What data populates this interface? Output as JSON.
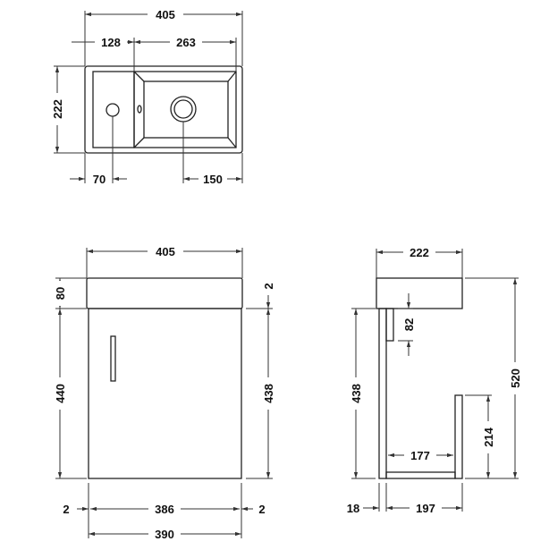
{
  "top_view": {
    "width": "405",
    "left": "128",
    "right": "263",
    "depth": "222",
    "hole_left": "70",
    "drain_right": "150"
  },
  "front_view": {
    "width_top": "405",
    "top_height": "80",
    "cabinet_height": "440",
    "gap": "2",
    "door_height": "438",
    "side_left": "2",
    "door_width": "386",
    "side_right": "2",
    "cabinet_width": "390"
  },
  "side_view": {
    "depth": "222",
    "total_height": "520",
    "height": "438",
    "rail": "82",
    "front_height": "214",
    "shelf": "177",
    "panel": "18",
    "inner_depth": "197"
  },
  "colors": {
    "line": "#222222",
    "background": "#ffffff"
  }
}
